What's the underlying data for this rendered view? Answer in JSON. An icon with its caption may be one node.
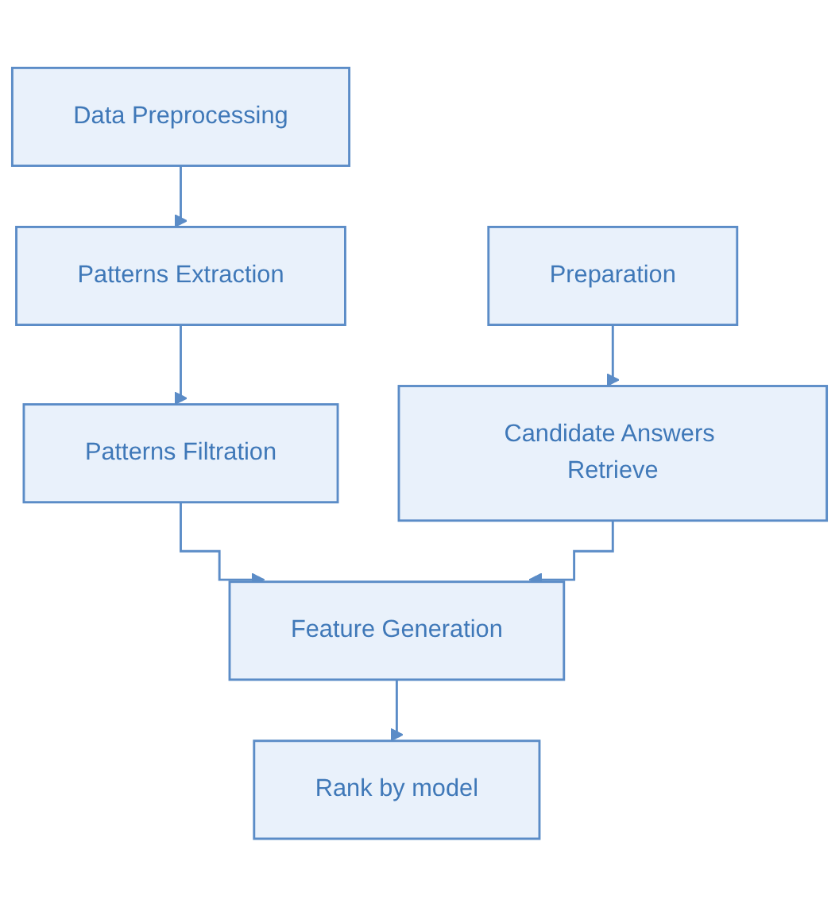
{
  "diagram": {
    "nodes": [
      {
        "text": [
          "Data Preprocessing"
        ]
      },
      {
        "text": [
          "Patterns Extraction"
        ]
      },
      {
        "text": [
          "Patterns Filtration"
        ]
      },
      {
        "text": [
          "Preparation"
        ]
      },
      {
        "text": [
          "Candidate Answers Retrieve"
        ]
      },
      {
        "text": [
          "Feature Generation"
        ]
      },
      {
        "text": [
          "Rank by model"
        ]
      }
    ],
    "edges": [
      {
        "from": 0,
        "to": 1,
        "arrow": "to"
      },
      {
        "from": 1,
        "to": 2,
        "arrow": "to"
      },
      {
        "from": 3,
        "to": 4,
        "arrow": "to"
      },
      {
        "from": 2,
        "to": 5,
        "arrow": "to"
      },
      {
        "from": 4,
        "to": 5,
        "arrow": "to"
      },
      {
        "from": 5,
        "to": 6,
        "arrow": "to"
      }
    ]
  }
}
